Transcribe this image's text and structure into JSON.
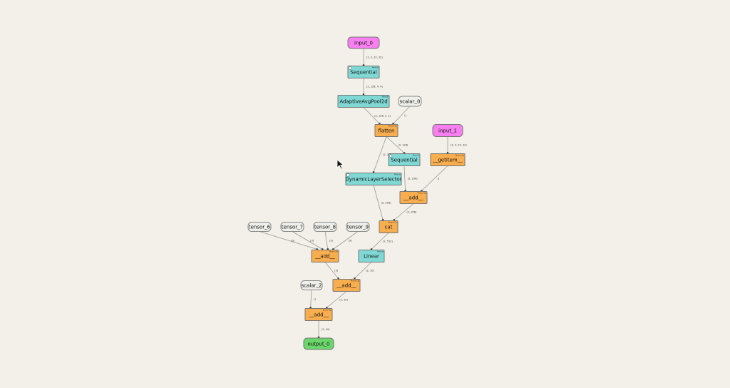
{
  "colors": {
    "input": "#f77ff0",
    "module": "#7fd8d4",
    "function": "#f8ad4e",
    "constant": "#eeeeea",
    "output": "#6bd66b",
    "edge": "#999999"
  },
  "nodes": [
    {
      "id": "input_0",
      "label": "input_0",
      "kind": "input"
    },
    {
      "id": "seq1",
      "label": "Sequential",
      "kind": "module",
      "tag": "Module"
    },
    {
      "id": "pool",
      "label": "AdaptiveAvgPool2d",
      "kind": "module",
      "tag": "Module"
    },
    {
      "id": "scalar_0",
      "label": "scalar_0",
      "kind": "constant"
    },
    {
      "id": "flatten",
      "label": "flatten",
      "kind": "function",
      "tag": "Tensor Op"
    },
    {
      "id": "input_1",
      "label": "input_1",
      "kind": "input"
    },
    {
      "id": "seq2",
      "label": "Sequential",
      "kind": "module",
      "tag": "Module"
    },
    {
      "id": "getitem",
      "label": "__getitem__",
      "kind": "function",
      "tag": "Tensor Op"
    },
    {
      "id": "dls",
      "label": "DynamicLayerSelector",
      "kind": "module",
      "tag": "Module"
    },
    {
      "id": "add1",
      "label": "__add__",
      "kind": "function",
      "tag": "Tensor Op"
    },
    {
      "id": "cat",
      "label": "cat",
      "kind": "function",
      "tag": "Tensor Op"
    },
    {
      "id": "tensor_6",
      "label": "tensor_6",
      "kind": "constant"
    },
    {
      "id": "tensor_7",
      "label": "tensor_7",
      "kind": "constant"
    },
    {
      "id": "tensor_8",
      "label": "tensor_8",
      "kind": "constant"
    },
    {
      "id": "tensor_9",
      "label": "tensor_9",
      "kind": "constant"
    },
    {
      "id": "add2",
      "label": "__add__",
      "kind": "function",
      "tag": "Tensor Op"
    },
    {
      "id": "linear",
      "label": "Linear",
      "kind": "module",
      "tag": "Module"
    },
    {
      "id": "add3",
      "label": "__add__",
      "kind": "function",
      "tag": "Tensor Op"
    },
    {
      "id": "scalar_2",
      "label": "scalar_2",
      "kind": "constant"
    },
    {
      "id": "add4",
      "label": "__add__",
      "kind": "function",
      "tag": "Tensor Op"
    },
    {
      "id": "output_0",
      "label": "output_0",
      "kind": "output"
    }
  ],
  "edges": [
    {
      "from": "input_0",
      "to": "seq1",
      "label": "(2, 3, 32, 32)"
    },
    {
      "from": "seq1",
      "to": "pool",
      "label": "(2, 128, 4, 4)"
    },
    {
      "from": "pool",
      "to": "flatten",
      "label": "(2, 128, 1, 1)"
    },
    {
      "from": "scalar_0",
      "to": "flatten",
      "label": "()"
    },
    {
      "from": "flatten",
      "to": "dls",
      "label": "(2, 128)"
    },
    {
      "from": "flatten",
      "to": "seq2",
      "label": "(2, 128)"
    },
    {
      "from": "input_1",
      "to": "getitem",
      "label": "(2, 3, 32, 32)"
    },
    {
      "from": "seq2",
      "to": "add1",
      "label": "(2, 256)"
    },
    {
      "from": "getitem",
      "to": "add1",
      "label": "()"
    },
    {
      "from": "dls",
      "to": "cat",
      "label": "(2, 256)"
    },
    {
      "from": "add1",
      "to": "cat",
      "label": "(2, 256)"
    },
    {
      "from": "cat",
      "to": "linear",
      "label": "(2, 512)"
    },
    {
      "from": "tensor_6",
      "to": "add2",
      "label": "(3)"
    },
    {
      "from": "tensor_7",
      "to": "add2",
      "label": "(3)"
    },
    {
      "from": "tensor_8",
      "to": "add2",
      "label": "(3)"
    },
    {
      "from": "tensor_9",
      "to": "add2",
      "label": "(3)"
    },
    {
      "from": "add2",
      "to": "add3",
      "label": "(3)"
    },
    {
      "from": "linear",
      "to": "add3",
      "label": "(2, 10)"
    },
    {
      "from": "scalar_2",
      "to": "add4",
      "label": "()"
    },
    {
      "from": "add3",
      "to": "add4",
      "label": "(2, 10)"
    },
    {
      "from": "add4",
      "to": "output_0",
      "label": "(2, 10)"
    }
  ]
}
